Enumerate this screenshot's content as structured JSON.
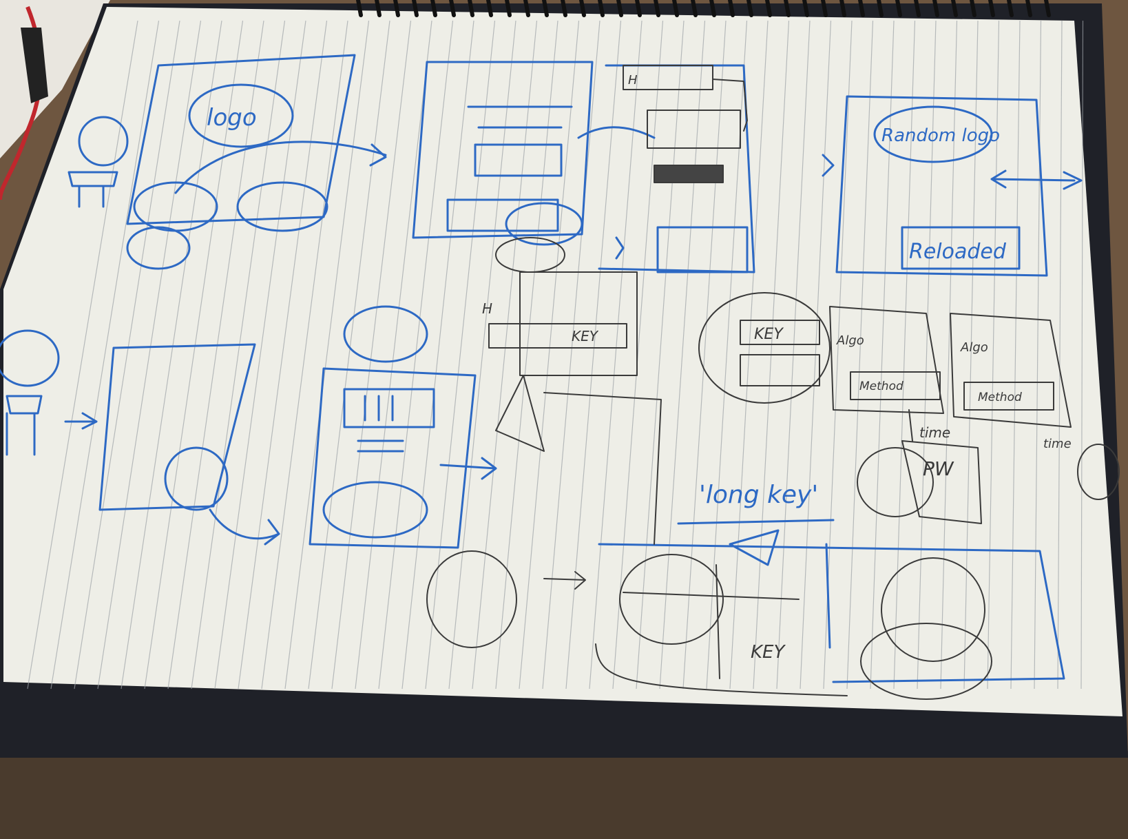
{
  "palette": {
    "table": "#8a6b4a",
    "binder": "#1d1f26",
    "paper": "#efefe8",
    "rule_line": "#9ea3a8",
    "ink_blue": "#2d69c4",
    "ink_pencil": "#3a3a3a"
  },
  "sketch_labels": {
    "logo": "logo",
    "random_logo": "Random logo",
    "reloaded": "Reloaded",
    "long_key": "'long key'",
    "key_a": "KEY",
    "key_b": "KEY",
    "key_c": "KEY",
    "h_a": "H",
    "h_b": "H",
    "time_a": "time",
    "time_b": "time",
    "pw": "PW",
    "method_a": "Method",
    "method_b": "Method",
    "algo_a": "Algo",
    "algo_b": "Algo"
  }
}
